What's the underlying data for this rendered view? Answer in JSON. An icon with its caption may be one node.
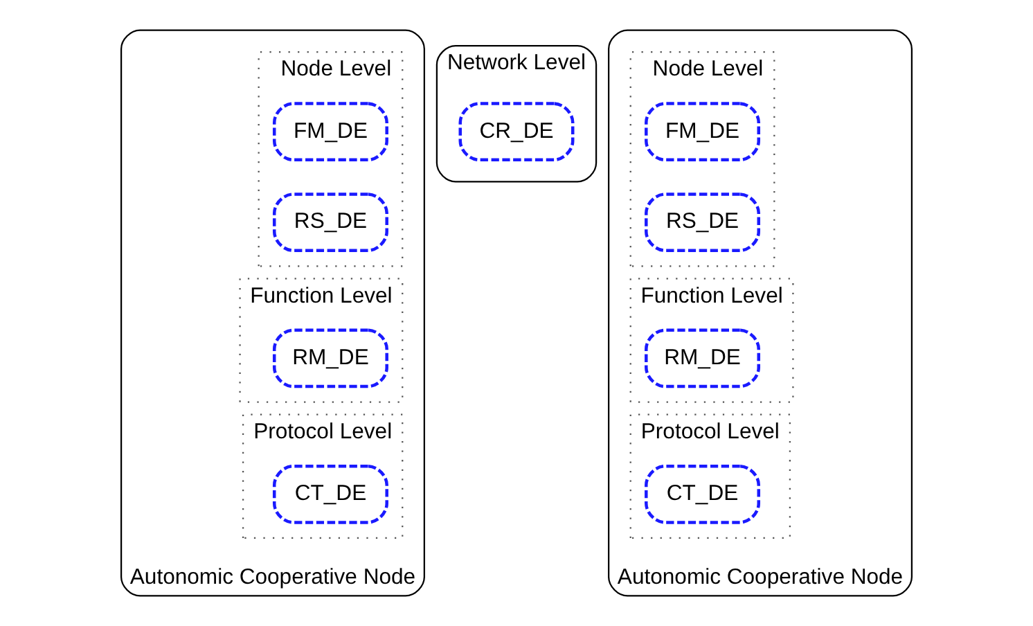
{
  "diagram": {
    "nodes": [
      {
        "text": [
          "Network Level"
        ]
      },
      {
        "text": [
          "CR_DE"
        ],
        "in": 0
      },
      {
        "text": [
          "Autonomic Cooperative Node"
        ]
      },
      {
        "text": [
          "Node Level"
        ],
        "in": 2
      },
      {
        "text": [
          "RS_DE"
        ],
        "in": 3
      },
      {
        "text": [
          "FM_DE"
        ],
        "in": 3
      },
      {
        "text": [
          "Function Level"
        ],
        "in": 2
      },
      {
        "text": [
          "RM_DE"
        ],
        "in": 6
      },
      {
        "text": [
          "Protocol Level"
        ],
        "in": 2
      },
      {
        "text": [
          "CT_DE"
        ],
        "in": 8
      },
      {
        "text": [
          "Autonomic Cooperative Node"
        ]
      },
      {
        "text": [
          "Node Level"
        ],
        "in": 10
      },
      {
        "text": [
          "RS_DE"
        ],
        "in": 11
      },
      {
        "text": [
          "FM_DE"
        ],
        "in": 11
      },
      {
        "text": [
          "Function Level"
        ],
        "in": 10
      },
      {
        "text": [
          "RM_DE"
        ],
        "in": 14
      },
      {
        "text": [
          "Protocol Level"
        ],
        "in": 10
      },
      {
        "text": [
          "CT_DE"
        ],
        "in": 16
      }
    ],
    "edges": []
  }
}
